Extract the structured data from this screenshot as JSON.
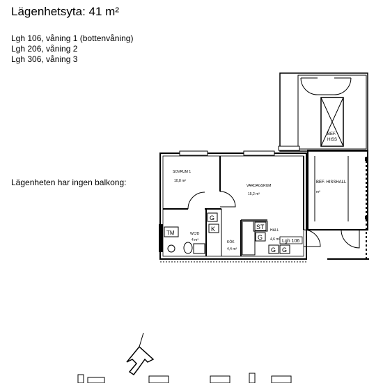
{
  "header": {
    "title": "Lägenhetsyta: 41 m²"
  },
  "apartments": [
    {
      "label": "Lgh 106, våning 1 (bottenvåning)"
    },
    {
      "label": "Lgh 206, våning 2"
    },
    {
      "label": "Lgh 306, våning 3"
    }
  ],
  "balcony_note": "Lägenheten har ingen balkong:",
  "plan": {
    "rooms": {
      "bedroom": {
        "name": "SOVRUM 1",
        "area": "10,8 m²"
      },
      "living": {
        "name": "VARDAGSRUM",
        "area": "15,2 m²"
      },
      "wc": {
        "name": "WC/D",
        "area": "4 m²"
      },
      "kitchen": {
        "name": "KÖK",
        "area": "4,4 m²"
      },
      "hall": {
        "name": "HALL",
        "area": "4,6 m²"
      },
      "lift_hall": {
        "name": "BEF. HISSHALL",
        "area": "m²"
      },
      "lift": {
        "name_line1": "BEF.",
        "name_line2": "HISS"
      }
    },
    "symbols": {
      "g": "G",
      "k": "K",
      "st": "ST",
      "tm": "TM"
    },
    "unit_tag": "Lgh 106"
  }
}
